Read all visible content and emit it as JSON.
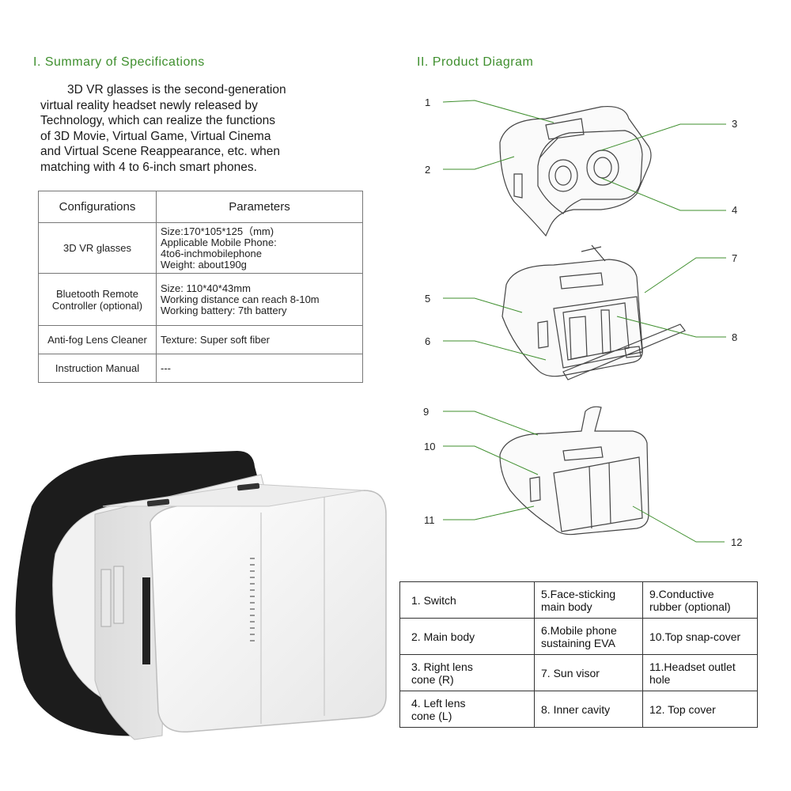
{
  "summary": {
    "heading": "I. Summary of Specifications",
    "text": "3D VR glasses is the second-generation\nvirtual reality headset newly released by\nTechnology, which can realize the functions\nof 3D Movie, Virtual Game, Virtual Cinema\nand Virtual Scene Reappearance, etc. when\nmatching with 4 to 6-inch smart phones."
  },
  "spec_table": {
    "headers": [
      "Configurations",
      "Parameters"
    ],
    "rows": [
      {
        "config": "3D VR glasses",
        "params": "Size:170*105*125（mm)\nApplicable Mobile Phone:\n4to6-inchmobilephone\nWeight: about190g"
      },
      {
        "config": "Bluetooth Remote Controller (optional)",
        "params": "Size: 110*40*43mm\nWorking distance can reach 8-10m\nWorking battery: 7th battery"
      },
      {
        "config": "Anti-fog Lens Cleaner",
        "params": "Texture: Super soft fiber"
      },
      {
        "config": "Instruction Manual",
        "params": "---"
      }
    ]
  },
  "diagram": {
    "heading": "II. Product Diagram",
    "callouts": [
      "1",
      "2",
      "3",
      "4",
      "5",
      "6",
      "7",
      "8",
      "9",
      "10",
      "11",
      "12"
    ]
  },
  "parts_table": {
    "rows": [
      [
        "1. Switch",
        "5.Face-sticking\n   main body",
        "9.Conductive\n   rubber (optional)"
      ],
      [
        "2. Main body",
        "6.Mobile phone\n   sustaining EVA",
        "10.Top snap-cover"
      ],
      [
        "3. Right lens\n   cone (R)",
        "7. Sun visor",
        "11.Headset outlet\n   hole"
      ],
      [
        "4. Left lens\n   cone (L)",
        "8. Inner cavity",
        "12. Top cover"
      ]
    ]
  },
  "colors": {
    "heading": "#3f8f2e",
    "leader_line": "#3f8f2e",
    "headset_body": "#f4f4f4",
    "strap": "#1c1c1c"
  }
}
